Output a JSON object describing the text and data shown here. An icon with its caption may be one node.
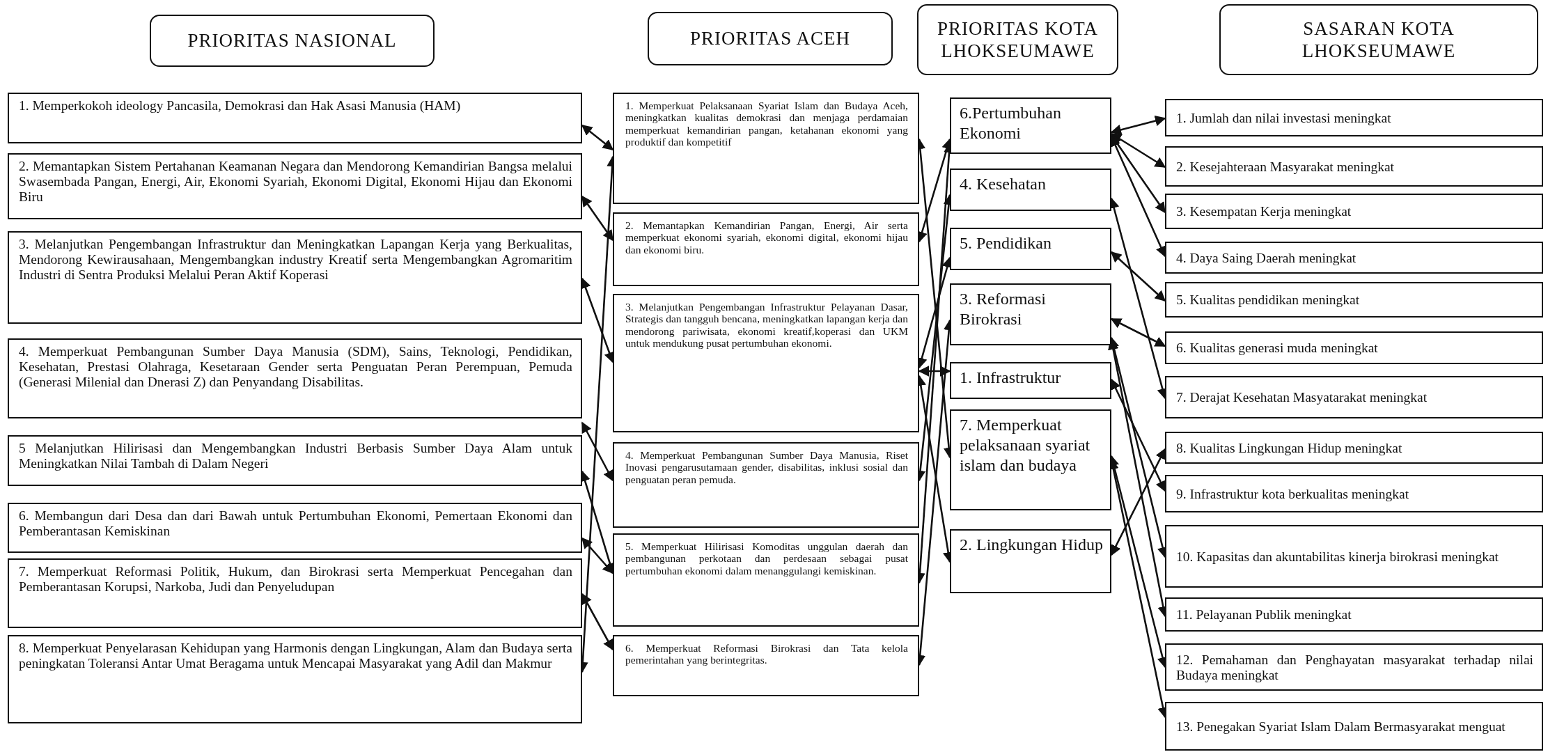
{
  "diagram": {
    "nodes": [
      {
        "text": [
          "PRIORITAS NASIONAL"
        ]
      },
      {
        "text": [
          "PRIORITAS ACEH"
        ]
      },
      {
        "text": [
          "PRIORITAS KOTA LHOKSEUMAWE"
        ]
      },
      {
        "text": [
          "SASARAN KOTA LHOKSEUMAWE"
        ]
      },
      {
        "text": [
          "1. Memperkokoh ideology Pancasila, Demokrasi dan Hak Asasi Manusia (HAM)"
        ]
      },
      {
        "text": [
          "2. Memantapkan Sistem Pertahanan Keamanan Negara dan Mendorong Kemandirian Bangsa melalui Swasembada Pangan, Energi, Air, Ekonomi Syariah, Ekonomi Digital, Ekonomi Hijau dan Ekonomi Biru"
        ]
      },
      {
        "text": [
          "3. Melanjutkan Pengembangan Infrastruktur dan Meningkatkan Lapangan Kerja yang Berkualitas, Mendorong Kewirausahaan, Mengembangkan industry Kreatif serta Mengembangkan Agromaritim Industri di Sentra Produksi Melalui Peran Aktif Koperasi"
        ]
      },
      {
        "text": [
          "4. Memperkuat Pembangunan Sumber Daya Manusia (SDM), Sains, Teknologi, Pendidikan, Kesehatan, Prestasi Olahraga, Kesetaraan Gender serta Penguatan Peran Perempuan, Pemuda (Generasi Milenial dan Dnerasi Z) dan Penyandang Disabilitas."
        ]
      },
      {
        "text": [
          "5 Melanjutkan Hilirisasi dan Mengembangkan Industri Berbasis Sumber Daya Alam untuk Meningkatkan Nilai Tambah di Dalam Negeri"
        ]
      },
      {
        "text": [
          "6. Membangun dari Desa dan dari Bawah untuk Pertumbuhan Ekonomi, Pemertaan Ekonomi dan Pemberantasan Kemiskinan"
        ]
      },
      {
        "text": [
          "7. Memperkuat Reformasi Politik, Hukum, dan Birokrasi serta Memperkuat Pencegahan dan Pemberantasan Korupsi, Narkoba, Judi dan Penyeludupan"
        ]
      },
      {
        "text": [
          "8. Memperkuat Penyelarasan Kehidupan yang Harmonis dengan Lingkungan, Alam dan Budaya serta peningkatan Toleransi Antar Umat Beragama untuk Mencapai Masyarakat yang Adil dan Makmur"
        ]
      },
      {
        "text": [
          "1. Memperkuat Pelaksanaan Syariat Islam dan Budaya Aceh, meningkatkan kualitas demokrasi dan menjaga perdamaian memperkuat kemandirian pangan, ketahanan ekonomi yang produktif dan kompetitif"
        ]
      },
      {
        "text": [
          "2. Memantapkan Kemandirian Pangan, Energi, Air serta memperkuat ekonomi syariah, ekonomi digital, ekonomi hijau dan ekonomi biru."
        ]
      },
      {
        "text": [
          "3. Melanjutkan Pengembangan Infrastruktur Pelayanan Dasar, Strategis dan tangguh bencana, meningkatkan lapangan kerja dan mendorong pariwisata, ekonomi kreatif,koperasi dan UKM untuk mendukung pusat pertumbuhan ekonomi."
        ]
      },
      {
        "text": [
          "4. Memperkuat Pembangunan Sumber Daya Manusia, Riset Inovasi pengarusutamaan gender, disabilitas, inklusi sosial dan penguatan peran pemuda."
        ]
      },
      {
        "text": [
          "5. Memperkuat Hilirisasi Komoditas unggulan daerah dan pembangunan perkotaan dan perdesaan sebagai pusat pertumbuhan ekonomi dalam menanggulangi kemiskinan."
        ]
      },
      {
        "text": [
          "6. Memperkuat Reformasi Birokrasi dan Tata kelola pemerintahan yang berintegritas."
        ]
      },
      {
        "text": [
          "6.Pertumbuhan Ekonomi"
        ]
      },
      {
        "text": [
          "4. Kesehatan"
        ]
      },
      {
        "text": [
          "5. Pendidikan"
        ]
      },
      {
        "text": [
          "3. Reformasi Birokrasi"
        ]
      },
      {
        "text": [
          "1. Infrastruktur"
        ]
      },
      {
        "text": [
          "7. Memperkuat pelaksanaan syariat islam dan budaya"
        ]
      },
      {
        "text": [
          "2. Lingkungan Hidup"
        ]
      },
      {
        "text": [
          "1. Jumlah dan nilai investasi meningkat"
        ]
      },
      {
        "text": [
          "2. Kesejahteraan Masyarakat meningkat"
        ]
      },
      {
        "text": [
          "3. Kesempatan Kerja meningkat"
        ]
      },
      {
        "text": [
          "4. Daya Saing Daerah meningkat"
        ]
      },
      {
        "text": [
          "5. Kualitas pendidikan meningkat"
        ]
      },
      {
        "text": [
          "6. Kualitas generasi muda meningkat"
        ]
      },
      {
        "text": [
          "7. Derajat Kesehatan Masyatarakat meningkat"
        ]
      },
      {
        "text": [
          "8. Kualitas Lingkungan Hidup meningkat"
        ]
      },
      {
        "text": [
          "9. Infrastruktur kota berkualitas meningkat"
        ]
      },
      {
        "text": [
          "10. Kapasitas dan akuntabilitas kinerja birokrasi meningkat"
        ]
      },
      {
        "text": [
          "11. Pelayanan Publik meningkat"
        ]
      },
      {
        "text": [
          "12. Pemahaman dan Penghayatan masyarakat terhadap nilai Budaya meningkat"
        ]
      },
      {
        "text": [
          "13. Penegakan Syariat Islam Dalam Bermasyarakat menguat"
        ]
      }
    ],
    "edges": [
      {
        "from": 4,
        "to": 12,
        "arrow": "both"
      },
      {
        "from": 5,
        "to": 13,
        "arrow": "both"
      },
      {
        "from": 6,
        "to": 14,
        "arrow": "both"
      },
      {
        "from": 7,
        "to": 15,
        "arrow": "both"
      },
      {
        "from": 12,
        "to": 11,
        "arrow": "both"
      },
      {
        "from": 8,
        "to": 16,
        "arrow": "both"
      },
      {
        "from": 9,
        "to": 16,
        "arrow": "both"
      },
      {
        "from": 10,
        "to": 17,
        "arrow": "both"
      },
      {
        "from": 12,
        "to": 23,
        "arrow": "both"
      },
      {
        "from": 13,
        "to": 18,
        "arrow": "both"
      },
      {
        "from": 14,
        "to": 22,
        "arrow": "both"
      },
      {
        "from": 14,
        "to": 24,
        "arrow": "both"
      },
      {
        "from": 16,
        "to": 18,
        "arrow": "both"
      },
      {
        "from": 15,
        "to": 19,
        "arrow": "both"
      },
      {
        "from": 14,
        "to": 20,
        "arrow": "both"
      },
      {
        "from": 17,
        "to": 21,
        "arrow": "both"
      },
      {
        "from": 18,
        "to": 25,
        "arrow": "both"
      },
      {
        "from": 18,
        "to": 26,
        "arrow": "both"
      },
      {
        "from": 18,
        "to": 27,
        "arrow": "both"
      },
      {
        "from": 18,
        "to": 28,
        "arrow": "both"
      },
      {
        "from": 19,
        "to": 31,
        "arrow": "both"
      },
      {
        "from": 20,
        "to": 29,
        "arrow": "both"
      },
      {
        "from": 21,
        "to": 30,
        "arrow": "both"
      },
      {
        "from": 21,
        "to": 34,
        "arrow": "both"
      },
      {
        "from": 21,
        "to": 35,
        "arrow": "both"
      },
      {
        "from": 22,
        "to": 33,
        "arrow": "both"
      },
      {
        "from": 23,
        "to": 36,
        "arrow": "both"
      },
      {
        "from": 23,
        "to": 37,
        "arrow": "both"
      },
      {
        "from": 24,
        "to": 32,
        "arrow": "both"
      }
    ]
  }
}
